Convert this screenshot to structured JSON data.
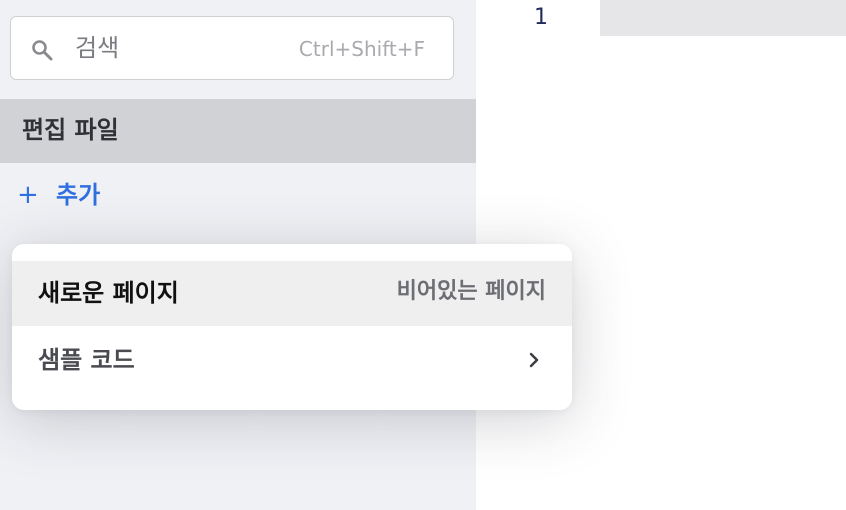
{
  "search": {
    "placeholder": "검색",
    "shortcut": "Ctrl+Shift+F",
    "icon": "search-icon"
  },
  "section": {
    "title": "편집 파일"
  },
  "add": {
    "plus": "+",
    "label": "추가",
    "color": "#2f6fe0"
  },
  "editor": {
    "line_number": "1"
  },
  "popup": {
    "items": [
      {
        "label": "새로운 페이지",
        "description": "비어있는 페이지",
        "color": "#111111"
      },
      {
        "label": "샘플 코드",
        "icon": "chevron-right-icon",
        "color": "#4a4b50"
      }
    ]
  }
}
